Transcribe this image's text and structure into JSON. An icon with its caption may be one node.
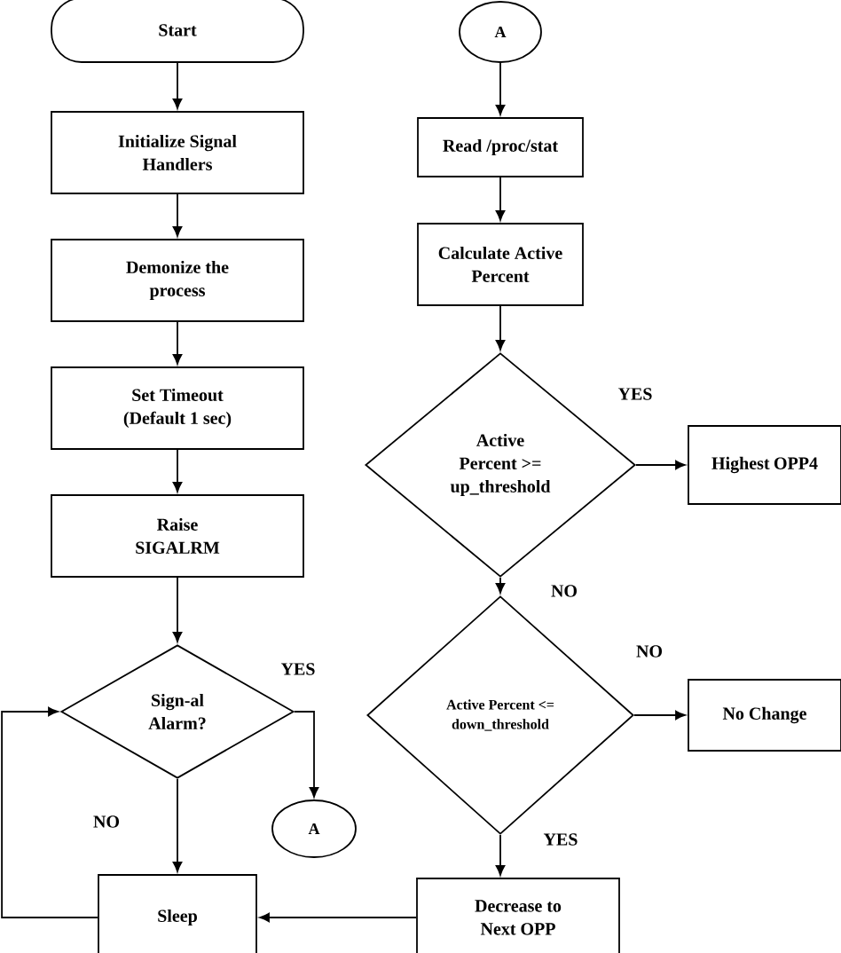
{
  "diagram": {
    "nodes": [
      {
        "text": [
          "Start"
        ]
      },
      {
        "text": [
          "Initialize Signal Handlers"
        ]
      },
      {
        "text": [
          "Demonize the process"
        ]
      },
      {
        "text": [
          "Set Timeout (Default 1 sec)"
        ]
      },
      {
        "text": [
          "Raise SIGALRM"
        ]
      },
      {
        "text": [
          "Sign-al Alarm?"
        ]
      },
      {
        "text": [
          "A"
        ]
      },
      {
        "text": [
          "Sleep"
        ]
      },
      {
        "text": [
          "A"
        ]
      },
      {
        "text": [
          "Read /proc/stat"
        ]
      },
      {
        "text": [
          "Calculate Active Percent"
        ]
      },
      {
        "text": [
          "Active Percent >= up_threshold"
        ]
      },
      {
        "text": [
          "Highest OPP4"
        ]
      },
      {
        "text": [
          "Active Percent <= down_threshold"
        ]
      },
      {
        "text": [
          "No Change"
        ]
      },
      {
        "text": [
          "Decrease to Next OPP"
        ]
      }
    ],
    "edges": [
      {
        "from": 0,
        "to": 1,
        "arrow": "to"
      },
      {
        "from": 1,
        "to": 2,
        "arrow": "to"
      },
      {
        "from": 2,
        "to": 3,
        "arrow": "to"
      },
      {
        "from": 3,
        "to": 4,
        "arrow": "to"
      },
      {
        "from": 4,
        "to": 5,
        "arrow": "to"
      },
      {
        "from": 5,
        "to": 6,
        "arrow": "to",
        "label": "YES"
      },
      {
        "from": 5,
        "to": 7,
        "arrow": "to",
        "label": "NO"
      },
      {
        "from": 7,
        "to": 5,
        "arrow": "to"
      },
      {
        "from": 8,
        "to": 9,
        "arrow": "to"
      },
      {
        "from": 9,
        "to": 10,
        "arrow": "to"
      },
      {
        "from": 10,
        "to": 11,
        "arrow": "to"
      },
      {
        "from": 11,
        "to": 12,
        "arrow": "to",
        "label": "YES"
      },
      {
        "from": 11,
        "to": 13,
        "arrow": "to",
        "label": "NO"
      },
      {
        "from": 13,
        "to": 14,
        "arrow": "to",
        "label": "NO"
      },
      {
        "from": 13,
        "to": 15,
        "arrow": "to",
        "label": "YES"
      },
      {
        "from": 15,
        "to": 7,
        "arrow": "to"
      }
    ]
  }
}
